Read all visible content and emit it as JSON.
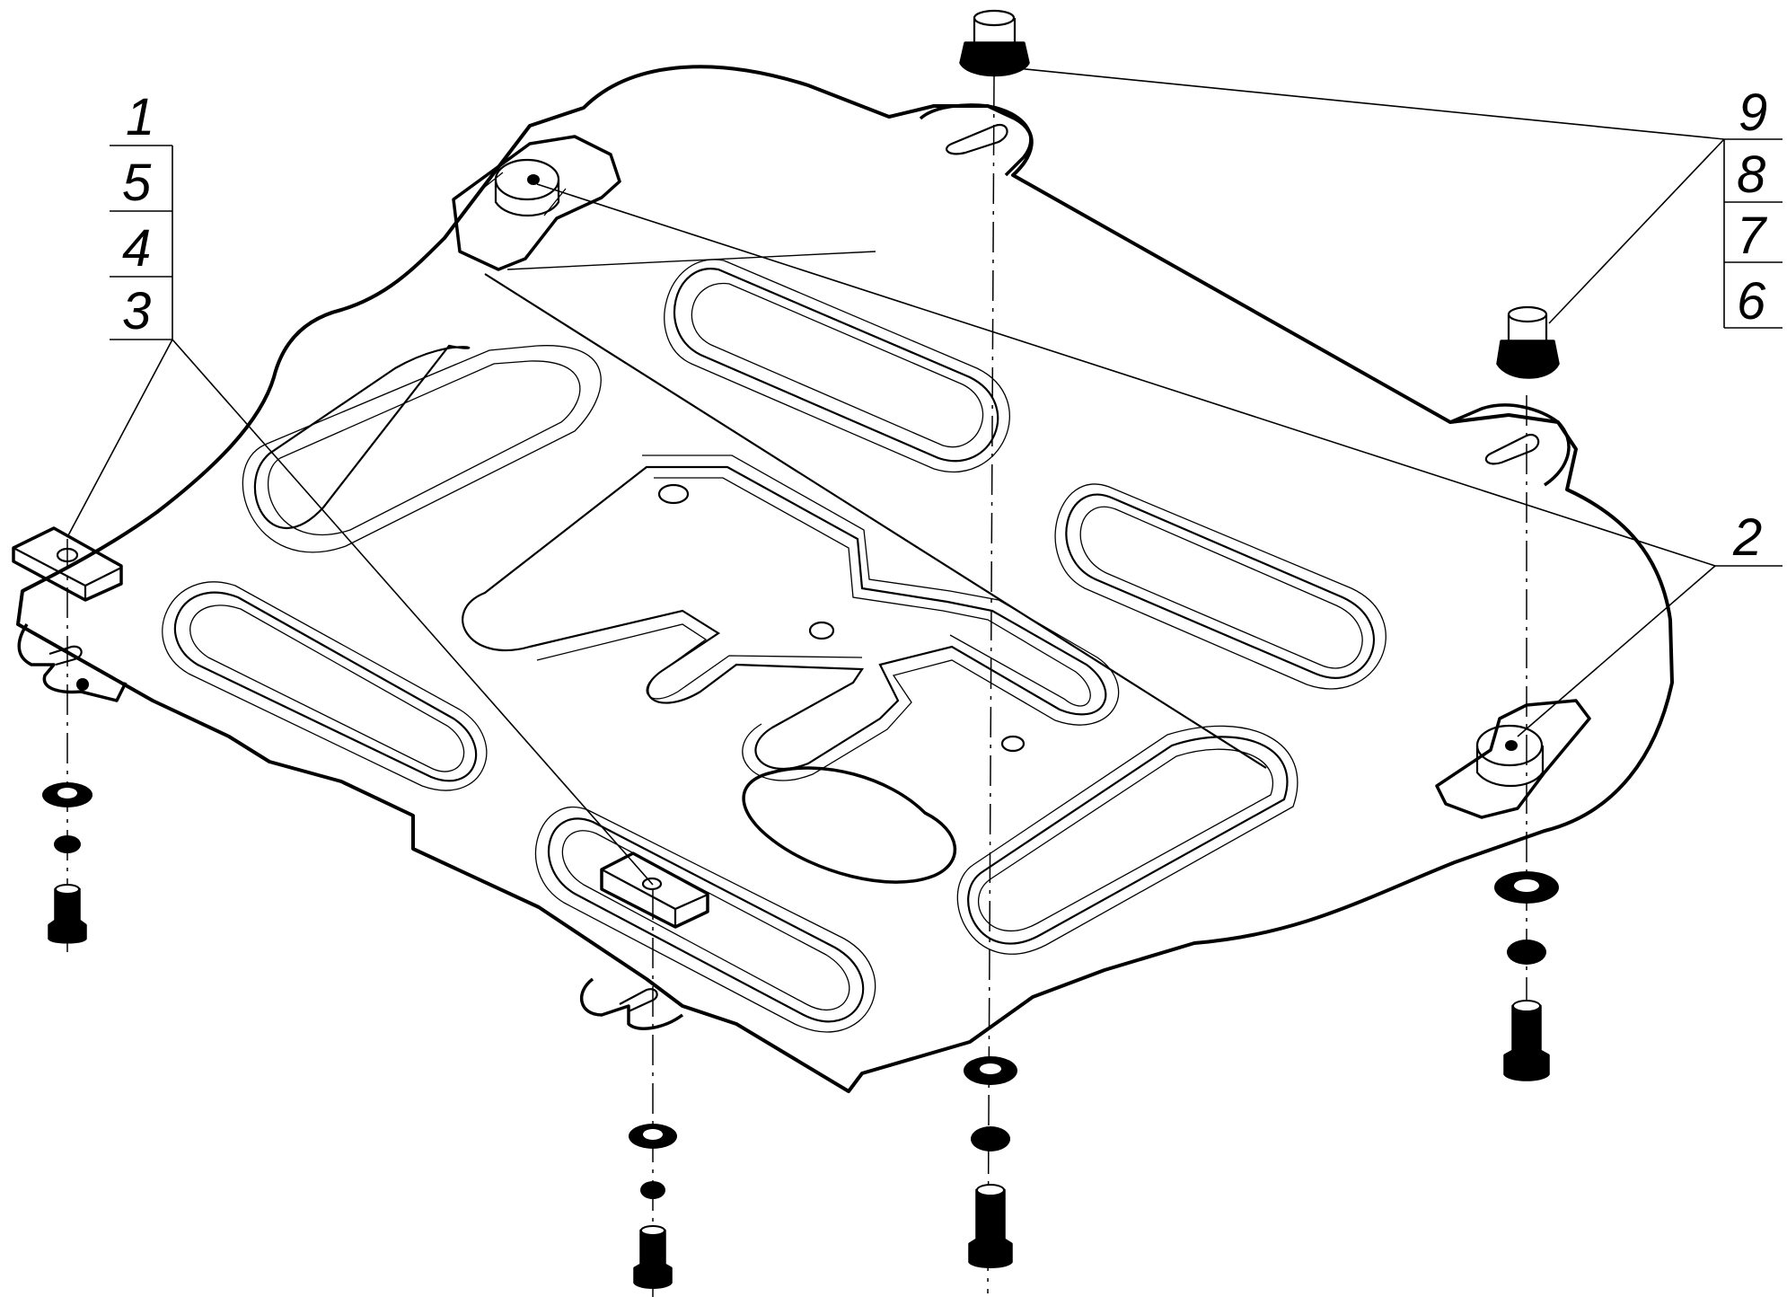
{
  "callouts": {
    "left_stack": [
      "1",
      "5",
      "4",
      "3"
    ],
    "right_stack": [
      "9",
      "8",
      "7",
      "6"
    ],
    "single": "2"
  },
  "colors": {
    "ink": "#000000",
    "paper": "#ffffff"
  }
}
